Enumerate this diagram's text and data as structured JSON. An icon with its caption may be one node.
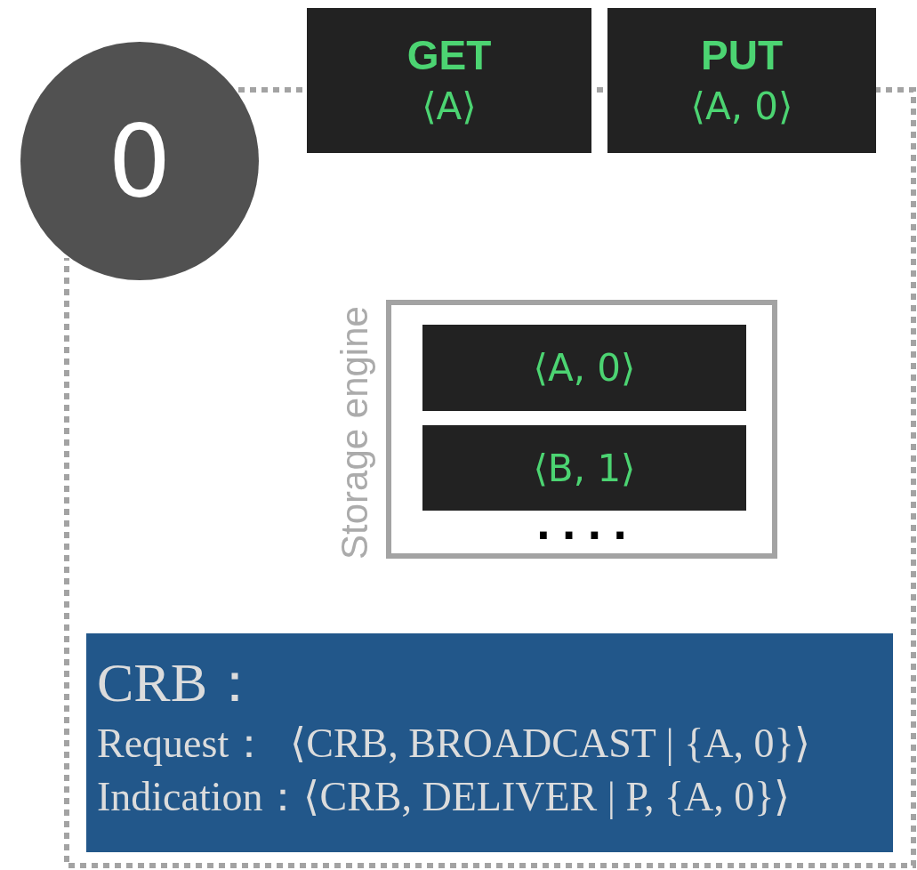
{
  "diagram": {
    "nodes": [
      {
        "text": [
          "0"
        ]
      },
      {
        "text": [
          "GET",
          "⟨A⟩"
        ]
      },
      {
        "text": [
          "PUT",
          "⟨A, 0⟩"
        ]
      },
      {
        "text": [
          "Storage engine"
        ]
      },
      {
        "text": [
          "⟨A, 0⟩"
        ],
        "in": 3
      },
      {
        "text": [
          "⟨B, 1⟩"
        ],
        "in": 3
      },
      {
        "text": [
          "CRB：",
          "Request：  ⟨CRB, BROADCAST | {A, 0}⟩",
          "Indication：⟨CRB, DELIVER | P, {A, 0}⟩"
        ]
      }
    ],
    "labels": [
      "...."
    ]
  }
}
